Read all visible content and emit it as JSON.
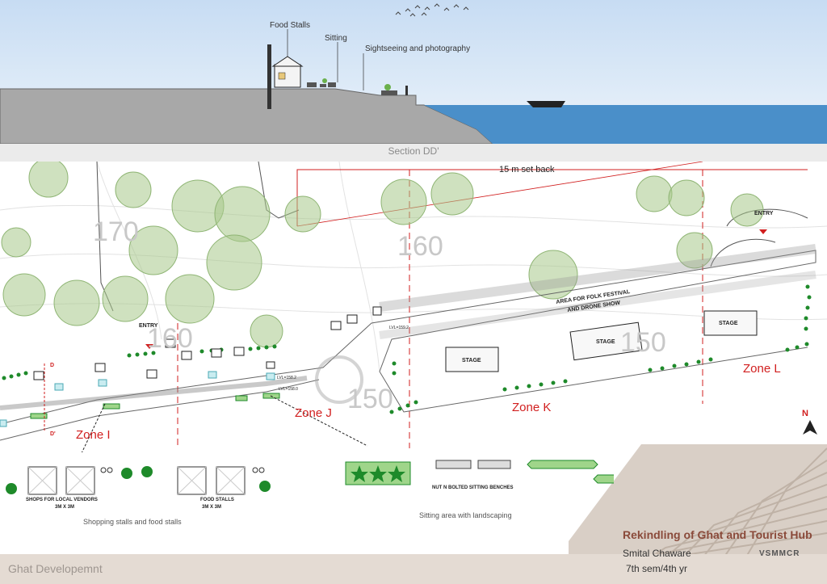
{
  "section": {
    "title": "Section DD'",
    "labels": {
      "food_stalls": "Food Stalls",
      "sitting": "Sitting",
      "sightseeing": "Sightseeing and photography"
    }
  },
  "plan": {
    "setback": "15 m set back",
    "contours": [
      "170",
      "160",
      "150",
      "150",
      "160"
    ],
    "zones": [
      "Zone I",
      "Zone J",
      "Zone K",
      "Zone L"
    ],
    "entry_label": "ENTRY",
    "stage_label": "STAGE",
    "festival_area": [
      "AREA FOR FOLK FESTIVAL",
      "AND DRONE SHOW"
    ],
    "levels": [
      "LVL=159.2",
      "LVL=158.2",
      "LVL=158.0"
    ],
    "section_marker": "D",
    "section_marker2": "D'",
    "north": "N"
  },
  "details": {
    "shops_label": [
      "SHOPS FOR LOCAL VENDORS",
      "3M X 3M"
    ],
    "food_label": [
      "FOOD STALLS",
      "3M X 3M"
    ],
    "benches_label": "NUT N BOLTED SITTING BENCHES",
    "caption_shopping": "Shopping stalls and food stalls",
    "caption_sitting": "Sitting area with landscaping"
  },
  "footer": {
    "left_text": "Ghat Developemnt",
    "project_title": "Rekindling of Ghat and Tourist Hub",
    "author": "Smital Chaware",
    "semester": "7th sem/4th yr",
    "logo": "VSMMCR"
  },
  "colors": {
    "zone_text": "#d11f1f",
    "water": "#4a8fc9",
    "ground": "#a8a8a8",
    "tree": "#a8c98a",
    "setback_line": "#d11f1f"
  }
}
